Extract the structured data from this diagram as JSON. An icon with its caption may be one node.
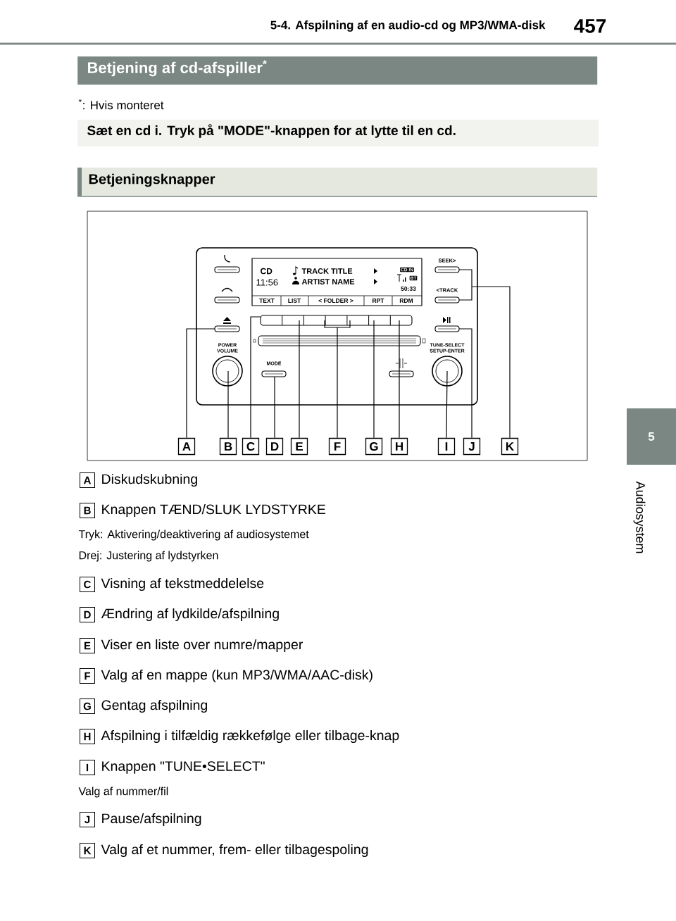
{
  "diagram": {
    "title": "Betjening af cd-afspiller$^{*}$",
    "nodes": [
      {
        "text": [
          "Sæt en cd i. Tryk på \"MODE\"-knappen for at lytte til en cd."
        ]
      },
      {
        "text": [
          "Betjeningsknapper"
        ]
      },
      {
        "text": [
          "A"
        ]
      },
      {
        "text": [
          "B"
        ]
      },
      {
        "text": [
          "C"
        ]
      },
      {
        "text": [
          "D"
        ]
      },
      {
        "text": [
          "E"
        ]
      },
      {
        "text": [
          "F"
        ]
      },
      {
        "text": [
          "G"
        ]
      },
      {
        "text": [
          "H"
        ]
      },
      {
        "text": [
          "I"
        ]
      },
      {
        "text": [
          "J"
        ]
      },
      {
        "text": [
          "K"
        ]
      },
      {
        "text": [
          "A"
        ],
        "beside": [
          "Diskudskubning"
        ]
      },
      {
        "text": [
          "B"
        ],
        "beside": [
          "Knappen TÆND/SLUK LYDSTYRKE",
          "Tryk: Aktivering/deaktivering af audiosystemet",
          "Drej: Justering af lydstyrken"
        ]
      },
      {
        "text": [
          "C"
        ],
        "beside": [
          "Visning af tekstmeddelelse"
        ]
      },
      {
        "text": [
          "D"
        ],
        "beside": [
          "Ændring af lydkilde/afspilning"
        ]
      },
      {
        "text": [
          "E"
        ],
        "beside": [
          "Viser en liste over numre/mapper"
        ]
      },
      {
        "text": [
          "F"
        ],
        "beside": [
          "Valg af en mappe (kun MP3/WMA/AAC-disk)"
        ]
      },
      {
        "text": [
          "G"
        ],
        "beside": [
          "Gentag afspilning"
        ]
      },
      {
        "text": [
          "H"
        ],
        "beside": [
          "Afspilning i tilfældig rækkefølge eller tilbage-knap"
        ]
      },
      {
        "text": [
          "I"
        ],
        "beside": [
          "Knappen \"TUNE•SELECT\"",
          "Valg af nummer/fil"
        ]
      },
      {
        "text": [
          "J"
        ],
        "beside": [
          "Pause/afspilning"
        ]
      },
      {
        "text": [
          "K"
        ],
        "beside": [
          "Valg af et nummer, frem- eller tilbagespoling"
        ]
      },
      {
        "text": [
          "5"
        ]
      }
    ],
    "edges": [
      {
        "from": 2,
        "to": null,
        "arrow": "none"
      },
      {
        "from": 3,
        "to": null,
        "arrow": "none"
      },
      {
        "from": 4,
        "to": null,
        "arrow": "none"
      },
      {
        "from": 5,
        "to": null,
        "arrow": "none"
      },
      {
        "from": 6,
        "to": null,
        "arrow": "none"
      },
      {
        "from": 7,
        "to": null,
        "arrow": "none"
      },
      {
        "from": 8,
        "to": null,
        "arrow": "none"
      },
      {
        "from": 9,
        "to": null,
        "arrow": "none"
      },
      {
        "from": 10,
        "to": null,
        "arrow": "none"
      },
      {
        "from": 11,
        "to": null,
        "arrow": "none"
      },
      {
        "from": 12,
        "to": null,
        "arrow": "none"
      }
    ],
    "labels": [
      "5-4. Afspilning af en audio-cd og MP3/WMA-disk",
      "457",
      "$^{*}$: Hvis monteret",
      "CD",
      "11:56",
      "TRACK TITLE",
      "ARTIST NAME",
      "CD IN",
      "BT",
      "50:33",
      "TEXT",
      "LIST",
      "< FOLDER >",
      "RPT",
      "RDM",
      "SEEK>",
      "<TRACK",
      "POWER VOLUME",
      "MODE",
      "TUNE-SELECT SETUP-ENTER",
      "Audiosystem"
    ]
  }
}
